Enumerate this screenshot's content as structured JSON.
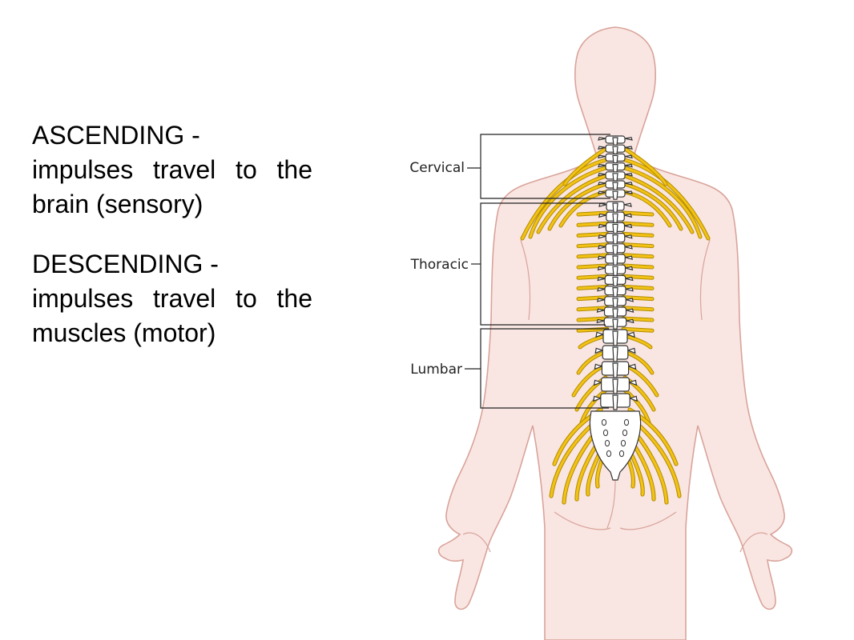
{
  "text": {
    "ascending": {
      "line1": "ASCENDING  -",
      "line2_words": [
        "impulses",
        "travel",
        "to",
        "the"
      ],
      "line3": "brain (sensory)"
    },
    "descending": {
      "line1": "DESCENDING -",
      "line2_words": [
        "impulses",
        "travel",
        "to",
        "the"
      ],
      "line3": "muscles (motor)"
    }
  },
  "diagram": {
    "labels": {
      "cervical": "Cervical",
      "thoracic": "Thoracic",
      "lumbar": "Lumbar"
    },
    "colors": {
      "skin": "#f9e6e2",
      "skin_outline": "#d9a39a",
      "nerve": "#f2c215",
      "nerve_outline": "#b38b00",
      "bone": "#ffffff",
      "bone_outline": "#333333",
      "bracket": "#222222"
    }
  }
}
